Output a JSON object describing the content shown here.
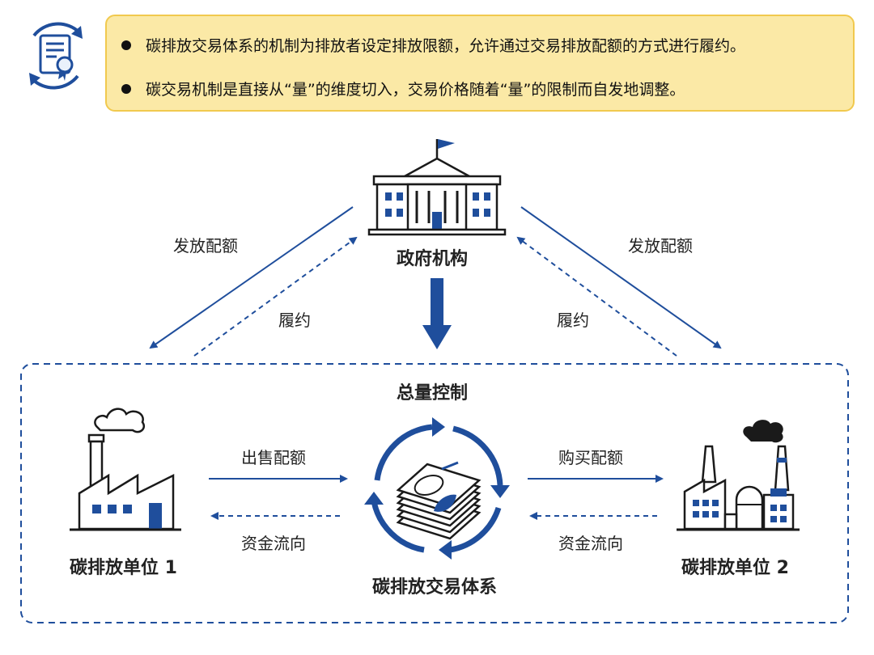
{
  "summary": {
    "items": [
      "碳排放交易体系的机制为排放者设定排放限额，允许通过交易排放配额的方式进行履约。",
      "碳交易机制是直接从“量”的维度切入，交易价格随着“量”的限制而自发地调整。"
    ]
  },
  "icons": {
    "summary_icon": "certificate-cycle-icon",
    "government_icon": "government-building-icon",
    "unit1_icon": "factory-icon",
    "unit2_icon": "power-plant-icon",
    "center_icon": "banknotes-cycle-icon"
  },
  "nodes": {
    "government": "政府机构",
    "cap_control": "总量控制",
    "unit1": "碳排放单位 1",
    "unit2": "碳排放单位 2",
    "system": "碳排放交易体系"
  },
  "edges": {
    "issue_left": "发放配额",
    "issue_right": "发放配额",
    "comply_left": "履约",
    "comply_right": "履约",
    "sell": "出售配额",
    "buy": "购买配额",
    "money_left": "资金流向",
    "money_right": "资金流向"
  },
  "colors": {
    "primary_blue": "#1f4e9c",
    "summary_bg": "#fbe9a6",
    "summary_border": "#f1c94e"
  }
}
